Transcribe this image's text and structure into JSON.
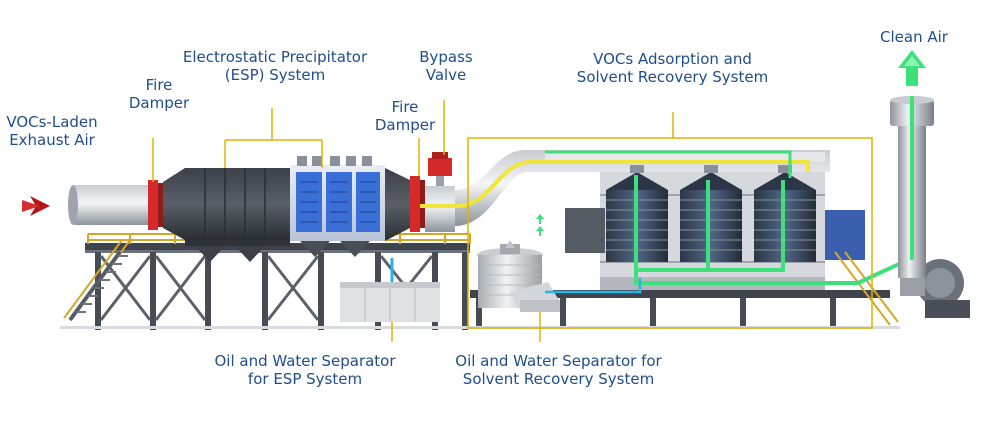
{
  "labels": {
    "vocs_laden_exhaust_air": [
      "VOCs-Laden",
      "Exhaust Air"
    ],
    "fire_damper_1": [
      "Fire",
      "Damper"
    ],
    "esp_system": [
      "Electrostatic Precipitator",
      "(ESP) System"
    ],
    "bypass_valve": [
      "Bypass",
      "Valve"
    ],
    "fire_damper_2": [
      "Fire",
      "Damper"
    ],
    "adsorption_system": [
      "VOCs Adsorption and",
      "Solvent Recovery System"
    ],
    "clean_air": [
      "Clean Air"
    ],
    "oil_water_separator_esp": [
      "Oil and Water Separator",
      "for ESP System"
    ],
    "oil_water_separator_solvent": [
      "Oil and Water Separator for",
      "Solvent Recovery System"
    ]
  },
  "colors": {
    "label_text": "#1f4e8c",
    "leader_line": "#e0b400",
    "inlet_arrow": "#b4151c",
    "clean_flow": "#3ee07a",
    "solvent_flow": "#f2e53a",
    "fire_damper": "#d42a2a",
    "esp_module": "#3a6fd8",
    "adsorber_vessel": "#3d4f6a",
    "water_line": "#27b3e8",
    "steel_frame": "#4a4f57",
    "handrail": "#d8a52a"
  },
  "icons": {
    "inlet": "inlet-arrow-icon",
    "outlet": "clean-air-arrow-icon"
  }
}
